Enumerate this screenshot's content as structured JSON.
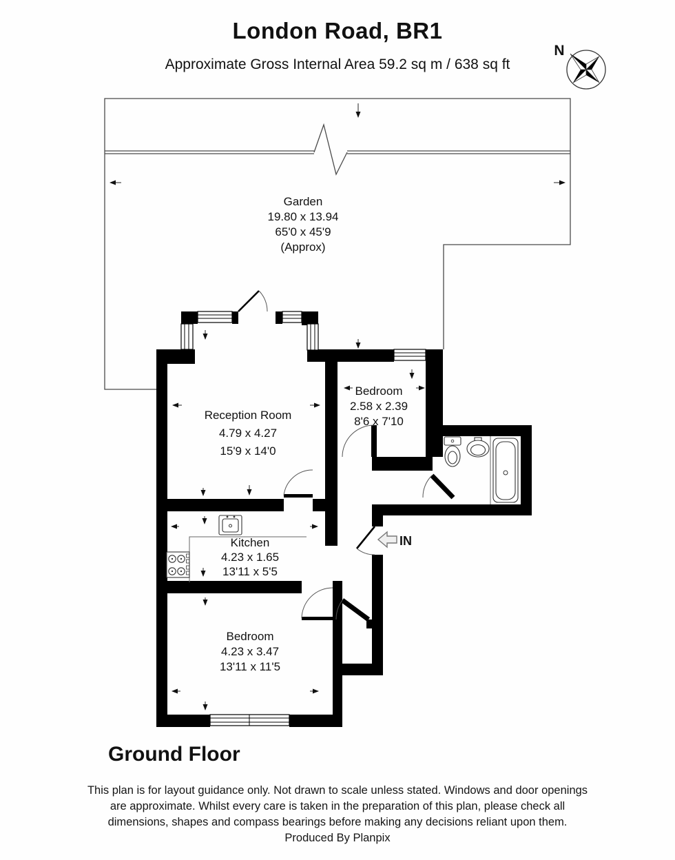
{
  "header": {
    "title": "London Road, BR1",
    "subtitle": "Approximate Gross Internal Area 59.2 sq m / 638 sq ft"
  },
  "compass": {
    "north_label": "N"
  },
  "rooms": {
    "garden": {
      "name": "Garden",
      "metric": "19.80 x 13.94",
      "imperial": "65'0 x 45'9",
      "note": "(Approx)"
    },
    "reception": {
      "name": "Reception Room",
      "metric": "4.79 x 4.27",
      "imperial": "15'9 x 14'0"
    },
    "bedroom_small": {
      "name": "Bedroom",
      "metric": "2.58 x 2.39",
      "imperial": "8'6 x 7'10"
    },
    "kitchen": {
      "name": "Kitchen",
      "metric": "4.23 x 1.65",
      "imperial": "13'11 x 5'5"
    },
    "bedroom_main": {
      "name": "Bedroom",
      "metric": "4.23 x 3.47",
      "imperial": "13'11 x 11'5"
    }
  },
  "entrance": {
    "label": "IN"
  },
  "footer": {
    "floor_label": "Ground Floor",
    "disclaimer_lines": [
      "This plan is for layout guidance only. Not drawn to scale unless stated. Windows and door openings",
      "are approximate. Whilst every care is taken in the preparation of this plan, please check all",
      "dimensions, shapes and compass bearings before making any decisions reliant upon them."
    ],
    "credit": "Produced By Planpix"
  },
  "colors": {
    "wall": "#000000",
    "thin_line": "#4a4a4a",
    "text": "#111111"
  }
}
